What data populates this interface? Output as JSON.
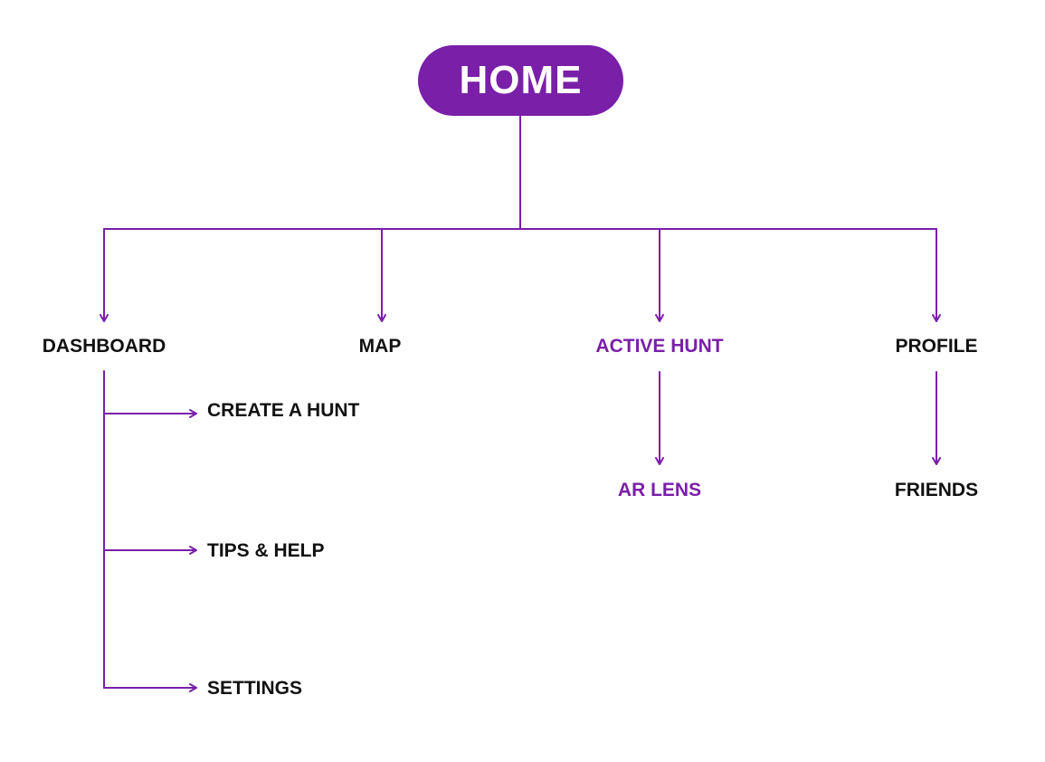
{
  "colors": {
    "accent": "#7a1fa8",
    "text": "#111111",
    "background": "#ffffff"
  },
  "root": {
    "label": "HOME"
  },
  "sections": [
    {
      "id": "dashboard",
      "label": "DASHBOARD",
      "highlight": false
    },
    {
      "id": "map",
      "label": "MAP",
      "highlight": false
    },
    {
      "id": "active-hunt",
      "label": "ACTIVE HUNT",
      "highlight": true
    },
    {
      "id": "profile",
      "label": "PROFILE",
      "highlight": false
    }
  ],
  "dashboard_children": [
    {
      "label": "CREATE A HUNT"
    },
    {
      "label": "TIPS & HELP"
    },
    {
      "label": "SETTINGS"
    }
  ],
  "active_hunt_child": {
    "label": "AR LENS",
    "highlight": true
  },
  "profile_child": {
    "label": "FRIENDS",
    "highlight": false
  }
}
